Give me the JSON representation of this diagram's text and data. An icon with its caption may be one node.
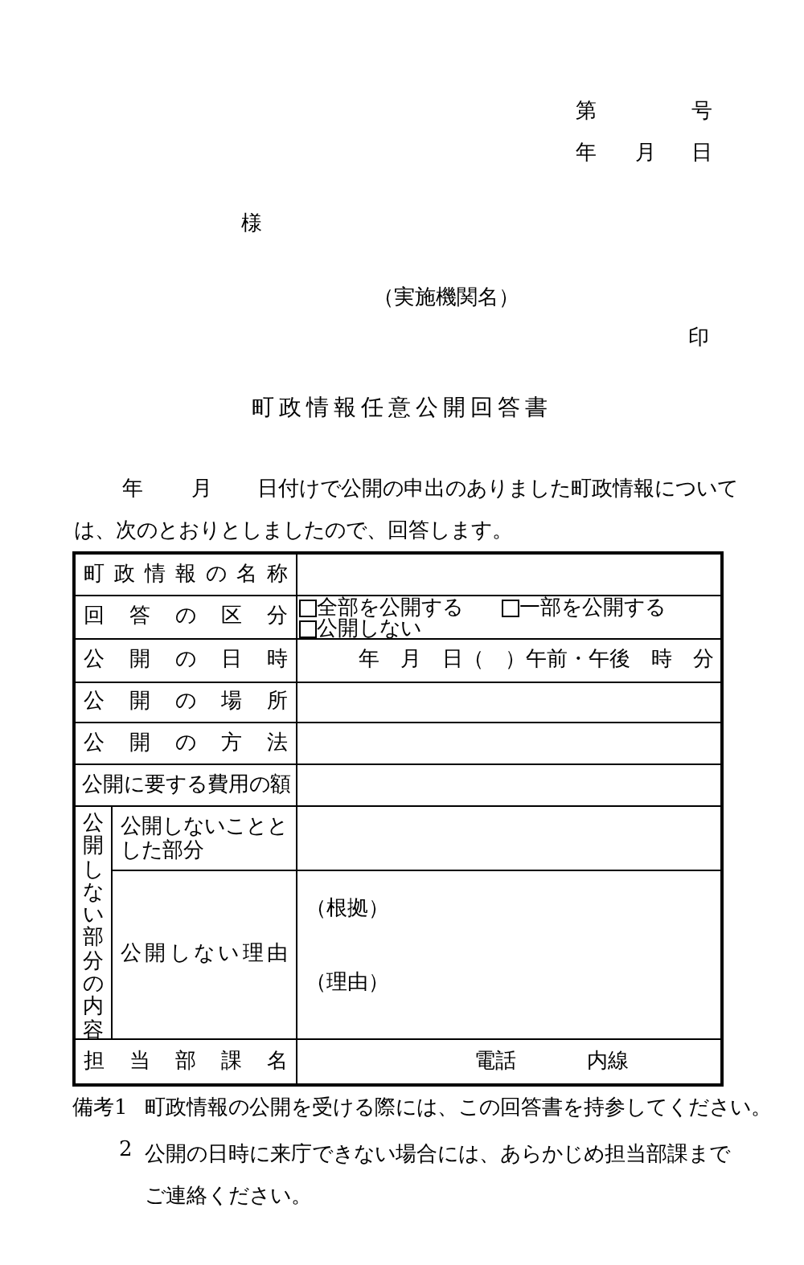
{
  "diagram": {
    "title": "町政情報任意公開回答書",
    "labels": [
      "第",
      "号",
      "年",
      "月",
      "日",
      "様",
      "（実施機関名）",
      "印",
      "年",
      "月",
      "日付けで公開の申出のありました町政情報については、次のとおりとしましたので、回答します。",
      "町政情報の名称",
      "回答の区分",
      "全部を公開する",
      "一部を公開する",
      "公開しない",
      "公開の日時",
      "年　月　日（　）午前・午後　時　分",
      "公開の場所",
      "公開の方法",
      "公開に要する費用の額",
      "公開しない部分の内容",
      "公開しないこととした部分",
      "公開しない理由",
      "（根拠）",
      "（理由）",
      "担当部課名",
      "電話",
      "内線",
      "備考1",
      "町政情報の公開を受ける際には、この回答書を持参してください。",
      "2",
      "公開の日時に来庁できない場合には、あらかじめ担当部課までご連絡ください。"
    ]
  }
}
